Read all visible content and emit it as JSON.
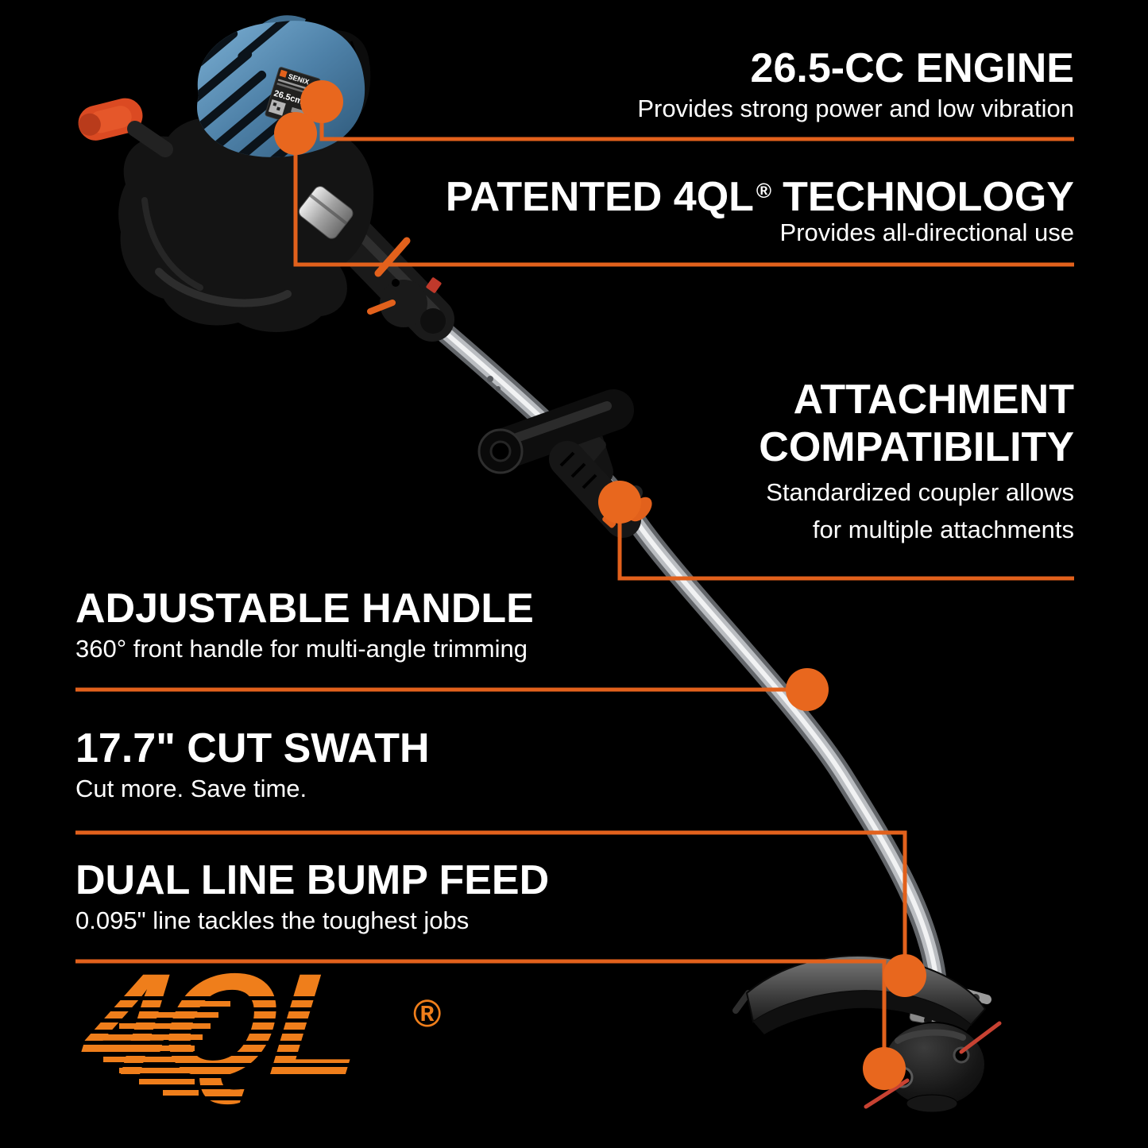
{
  "colors": {
    "background": "#000000",
    "accent": "#e2611c",
    "dot": "#e8671e",
    "logo_orange": "#ef7e1b",
    "heading_white": "#ffffff",
    "engine_blue": "#4e81a8",
    "trimmer_line_red": "#c84232"
  },
  "features": {
    "engine": {
      "title": "26.5-CC ENGINE",
      "subtitle": "Provides strong power and low vibration"
    },
    "technology": {
      "title_pre": "PATENTED 4QL",
      "registered_mark": "®",
      "title_post": "TECHNOLOGY",
      "subtitle": "Provides all-directional use"
    },
    "attachment": {
      "title_line1": "ATTACHMENT",
      "title_line2": "COMPATIBILITY",
      "subtitle_line1": "Standardized coupler allows",
      "subtitle_line2": "for multiple attachments"
    },
    "handle": {
      "title": "ADJUSTABLE HANDLE",
      "subtitle": "360° front handle for multi-angle trimming"
    },
    "cut_swath": {
      "title": "17.7\" CUT SWATH",
      "subtitle": "Cut more. Save time."
    },
    "bump_feed": {
      "title": "DUAL LINE BUMP FEED",
      "subtitle": "0.095\" line tackles the toughest jobs"
    }
  },
  "logo": {
    "text": "4QL",
    "registered_mark": "®"
  },
  "product_labels": {
    "brand": "SENIX",
    "engine_spec": "26.5cm³"
  }
}
